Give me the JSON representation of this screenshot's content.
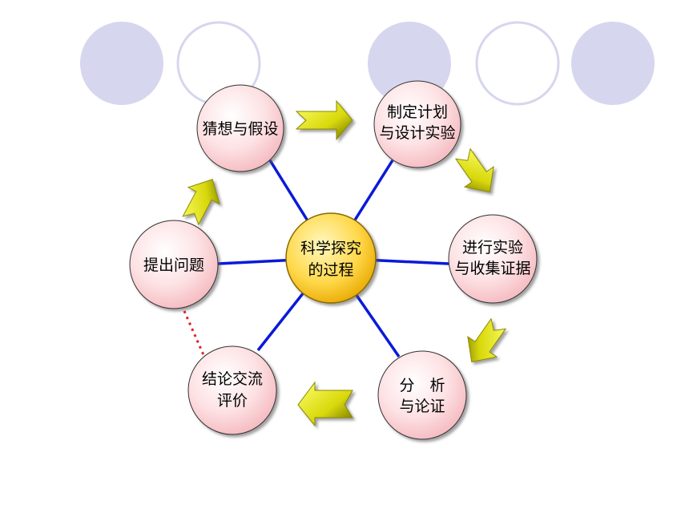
{
  "diagram": {
    "center": {
      "line1": "科学探究",
      "line2": "的过程"
    },
    "nodes": {
      "hypothesis": {
        "line1": "猜想与假设"
      },
      "plan": {
        "line1": "制定计划",
        "line2": "与设计实验"
      },
      "experiment": {
        "line1": "进行实验",
        "line2": "与收集证据"
      },
      "analysis": {
        "line1": "分　析",
        "line2": "与论证"
      },
      "conclusion": {
        "line1": "结论交流",
        "line2": "评价"
      },
      "question": {
        "line1": "提出问题"
      }
    },
    "colors": {
      "node_fill": "#fcd6da",
      "center_fill": "#ffd030",
      "spoke": "#0a1ad8",
      "arrow": "#e8e81a",
      "dotted_link": "#e02020",
      "deco_circle": "#d6d6ee"
    }
  }
}
